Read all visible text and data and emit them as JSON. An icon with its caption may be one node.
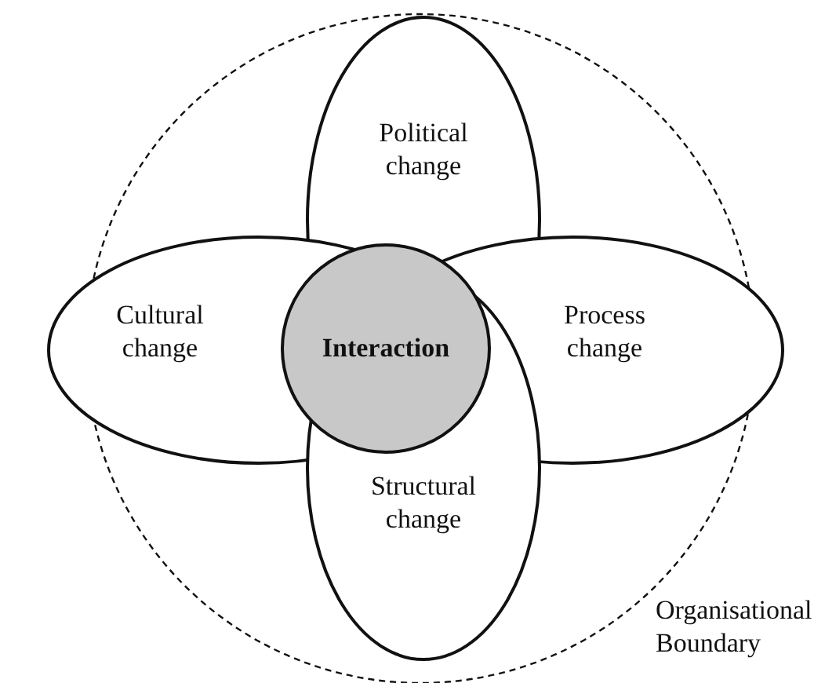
{
  "diagram": {
    "nodes": [
      {
        "text": [
          "Organisational Boundary"
        ]
      },
      {
        "text": [
          "Political change"
        ],
        "in": 0
      },
      {
        "text": [
          "Cultural change"
        ]
      },
      {
        "text": [
          "Process change"
        ]
      },
      {
        "text": [
          "Structural change"
        ],
        "in": 0
      },
      {
        "text": [
          "Interaction"
        ],
        "in": 0
      }
    ],
    "edges": []
  }
}
